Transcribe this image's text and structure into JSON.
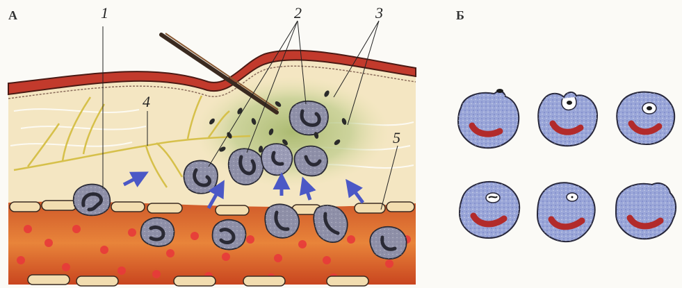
{
  "panels": {
    "a": {
      "letter": "А"
    },
    "b": {
      "letter": "Б"
    }
  },
  "callouts": [
    {
      "id": "1",
      "label": "1"
    },
    {
      "id": "2",
      "label": "2"
    },
    {
      "id": "3",
      "label": "3"
    },
    {
      "id": "4",
      "label": "4"
    },
    {
      "id": "5",
      "label": "5"
    }
  ],
  "colors": {
    "skin_outer": "#c0392b",
    "tissue": "#f3e5bf",
    "nerve": "#d8c24a",
    "vessel": "#d85a2a",
    "blood_cell": "#e23d3d",
    "phagocyte": "#8e8fa6",
    "phagocyte_panel_b": "#9aa6d8",
    "nucleus": "#b22b2b",
    "arrow": "#4b58c6",
    "bacteria_cloud": "#b8c48a"
  },
  "icons": {
    "splinter": "splinter-icon",
    "arrow": "migration-arrow-icon"
  }
}
